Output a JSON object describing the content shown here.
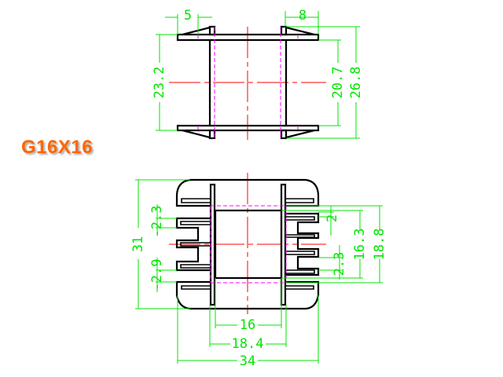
{
  "title": "G16X16",
  "colors": {
    "outline": "#000000",
    "dimension": "#00e600",
    "hidden": "#ff00ff",
    "centerline": "#ff0000",
    "title": "#ff6600"
  },
  "top_view": {
    "dimensions": {
      "flange_left": "5",
      "flange_right": "8",
      "height_left": "23.2",
      "height_inner": "20.7",
      "height_overall": "26.8"
    }
  },
  "bottom_view": {
    "dimensions": {
      "overall_height": "31",
      "left_pitch_top": "-2.3",
      "left_pitch_bottom": "-2.9",
      "right_slot": "2",
      "right_pitch": "2.3",
      "inner_height": "16.3",
      "pin_height": "18.8",
      "window_width": "16",
      "pin_width": "18.4",
      "overall_width": "34"
    }
  }
}
